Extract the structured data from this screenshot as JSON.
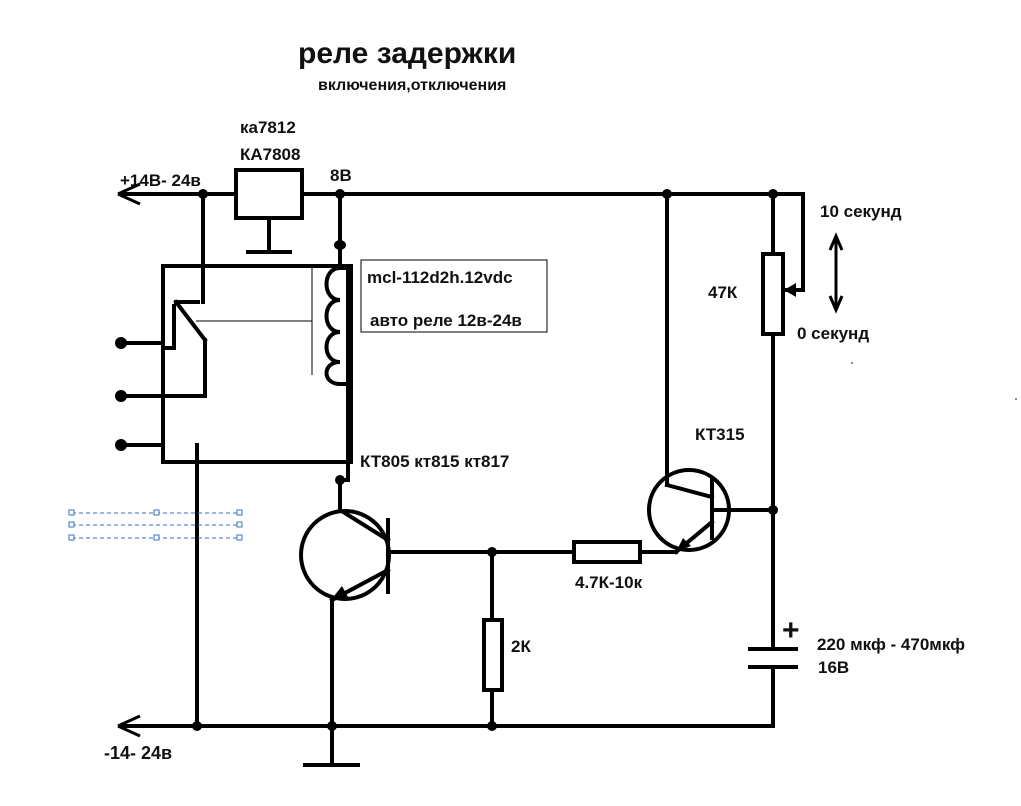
{
  "title": "реле задержки",
  "subtitle": "включения,отключения",
  "labels": {
    "regulator_1": "ка7812",
    "regulator_2": "КА7808",
    "supply_positive": "+14В- 24в",
    "supply_negative": "-14-  24в",
    "voltage_8v": "8В",
    "relay_model": "mcl-112d2h.12vdc",
    "relay_desc": "авто реле 12в-24в",
    "power_transistors": "КТ805  кт815 кт817",
    "signal_transistor": "КТ315",
    "potentiometer": "47К",
    "time_max": "10 секунд",
    "time_min": "0 секунд",
    "base_resistor": "4.7К-10к",
    "pulldown_resistor": "2К",
    "capacitor_value": "220 мкф - 470мкф",
    "capacitor_voltage": "16В",
    "capacitor_polarity": "+"
  }
}
